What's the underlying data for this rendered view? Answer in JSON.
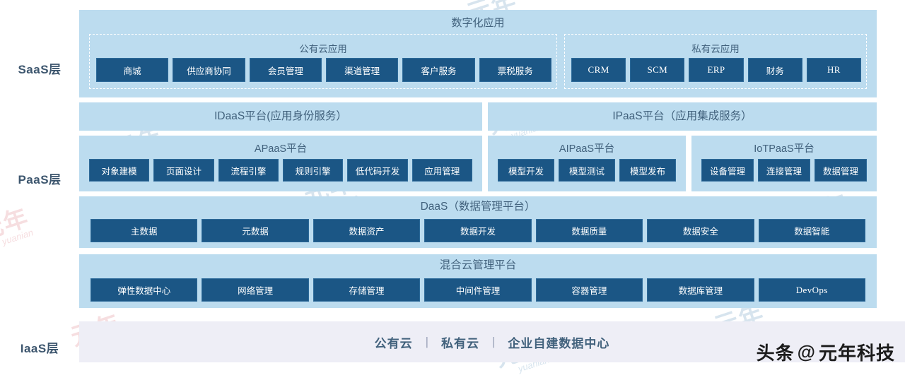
{
  "layer_labels": {
    "saas": "SaaS层",
    "paas": "PaaS层",
    "iaas": "IaaS层"
  },
  "saas": {
    "band_title": "数字化应用",
    "groups": [
      {
        "title": "公有云应用",
        "items": [
          "商城",
          "供应商协同",
          "会员管理",
          "渠道管理",
          "客户服务",
          "票税服务"
        ]
      },
      {
        "title": "私有云应用",
        "items": [
          "CRM",
          "SCM",
          "ERP",
          "财务",
          "HR"
        ]
      }
    ]
  },
  "paas": {
    "identity_row": [
      {
        "title": "IDaaS平台(应用身份服务）"
      },
      {
        "title": "IPaaS平台（应用集成服务）"
      }
    ],
    "platform_row": [
      {
        "title": "APaaS平台",
        "items": [
          "对象建模",
          "页面设计",
          "流程引擎",
          "规则引擎",
          "低代码开发",
          "应用管理"
        ]
      },
      {
        "title": "AIPaaS平台",
        "items": [
          "模型开发",
          "模型测试",
          "模型发布"
        ]
      },
      {
        "title": "IoTPaaS平台",
        "items": [
          "设备管理",
          "连接管理",
          "数据管理"
        ]
      }
    ],
    "daas": {
      "title": "DaaS（数据管理平台）",
      "items": [
        "主数据",
        "元数据",
        "数据资产",
        "数据开发",
        "数据质量",
        "数据安全",
        "数据智能"
      ]
    },
    "hybrid_cloud": {
      "title": "混合云管理平台",
      "items": [
        "弹性数据中心",
        "网络管理",
        "存储管理",
        "中间件管理",
        "容器管理",
        "数据库管理",
        "DevOps"
      ]
    }
  },
  "iaas": {
    "items": [
      "公有云",
      "私有云",
      "企业自建数据中心"
    ],
    "separator": "|"
  },
  "credit": {
    "prefix": "头条",
    "at": "@",
    "name": "元年科技"
  },
  "watermarks": {
    "big": "元年",
    "small": "yuanian"
  },
  "colors": {
    "band_bg": "#bcdcef",
    "chip_bg": "#1b5685",
    "chip_text": "#ffffff",
    "title_text": "#41617c",
    "iaas_bg": "#eeeef6",
    "page_bg": "#ffffff"
  }
}
